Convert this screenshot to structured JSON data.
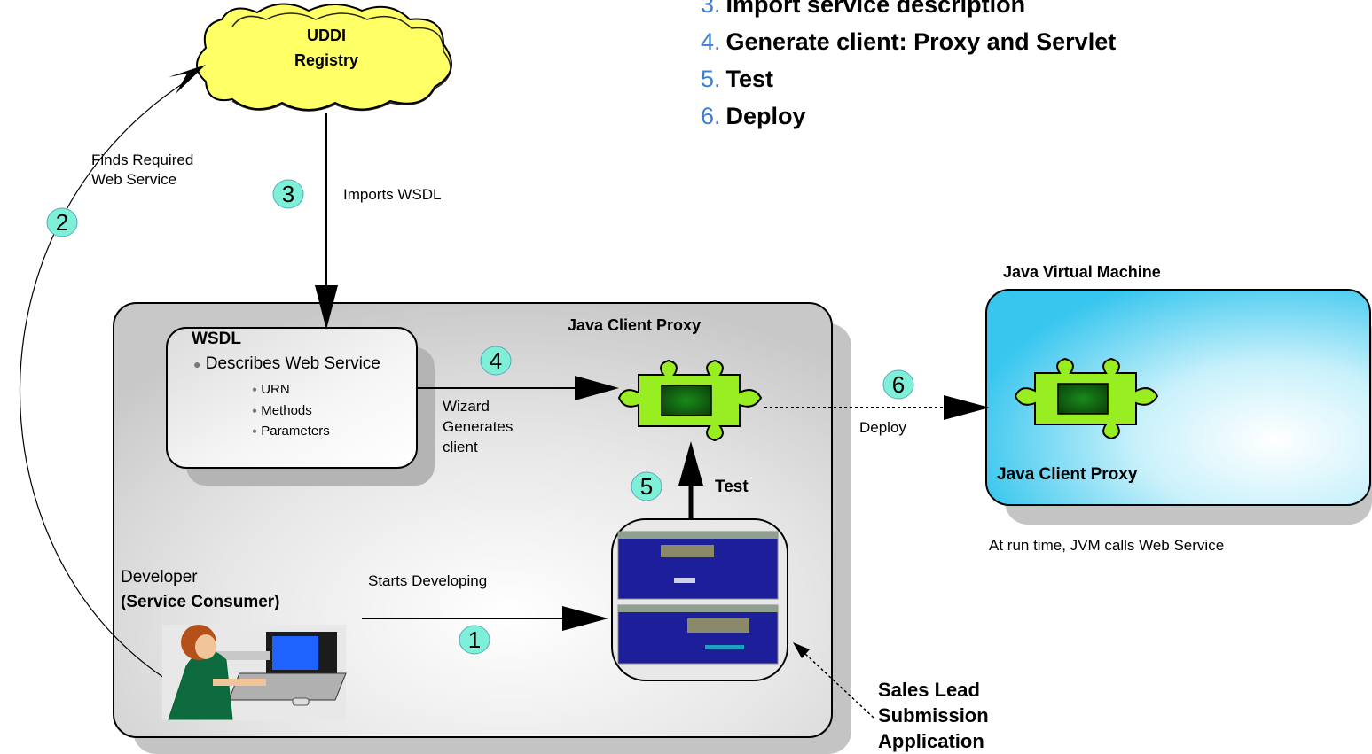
{
  "steps": [
    {
      "num": "3.",
      "text": "Import service description"
    },
    {
      "num": "4.",
      "text": "Generate client: Proxy and Servlet"
    },
    {
      "num": "5.",
      "text": "Test"
    },
    {
      "num": "6.",
      "text": "Deploy"
    }
  ],
  "uddi": {
    "line1": "UDDI",
    "line2": "Registry"
  },
  "labels": {
    "finds_line1": "Finds Required",
    "finds_line2": "Web Service",
    "imports_wsdl": "Imports WSDL",
    "java_client_proxy_box": "Java Client Proxy",
    "jvm_title": "Java Virtual Machine",
    "jvm_proxy": "Java Client Proxy",
    "jvm_runtime": "At run time, JVM calls Web Service",
    "wizard_line1": "Wizard",
    "wizard_line2": "Generates",
    "wizard_line3": "client",
    "deploy": "Deploy",
    "test": "Test",
    "developer": "Developer",
    "service_consumer": "(Service Consumer)",
    "starts_developing": "Starts Developing",
    "sales_line1": "Sales Lead",
    "sales_line2": "Submission",
    "sales_line3": "Application"
  },
  "wsdl": {
    "title": "WSDL",
    "main_item": "Describes Web Service",
    "sub_items": [
      "URN",
      "Methods",
      "Parameters"
    ]
  },
  "badges": {
    "b1": "1",
    "b2": "2",
    "b3": "3",
    "b4": "4",
    "b5": "5",
    "b6": "6"
  },
  "colors": {
    "cloud_fill": "#ffff66",
    "badge_fill": "#7ff0d8",
    "puzzle_fill": "#99ee22",
    "jvm_fill": "#4fcff0",
    "screen_blue": "#1d1f9a",
    "step_number": "#3a7fd6"
  }
}
